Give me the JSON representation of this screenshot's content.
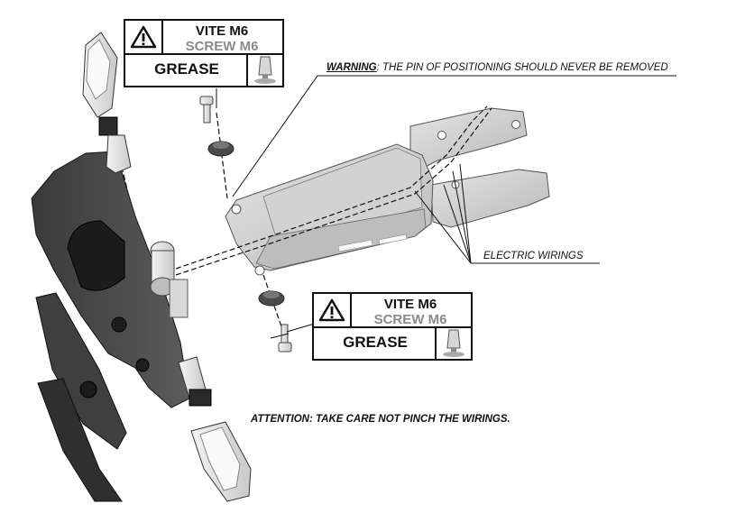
{
  "label_top": {
    "line1": "VITE M6",
    "line2": "SCREW M6",
    "line3": "GREASE",
    "warning_icon": "warning-triangle-icon",
    "tube_icon": "grease-tube-icon"
  },
  "label_bottom": {
    "line1": "VITE M6",
    "line2": "SCREW M6",
    "line3": "GREASE",
    "warning_icon": "warning-triangle-icon",
    "tube_icon": "grease-tube-icon"
  },
  "warning": {
    "prefix": "WARNING",
    "text": ": THE PIN OF POSITIONING SHOULD NEVER BE REMOVED"
  },
  "electric_wirings": "ELECTRIC WIRINGS",
  "attention": "ATTENTION: TAKE CARE NOT PINCH THE WIRINGS."
}
